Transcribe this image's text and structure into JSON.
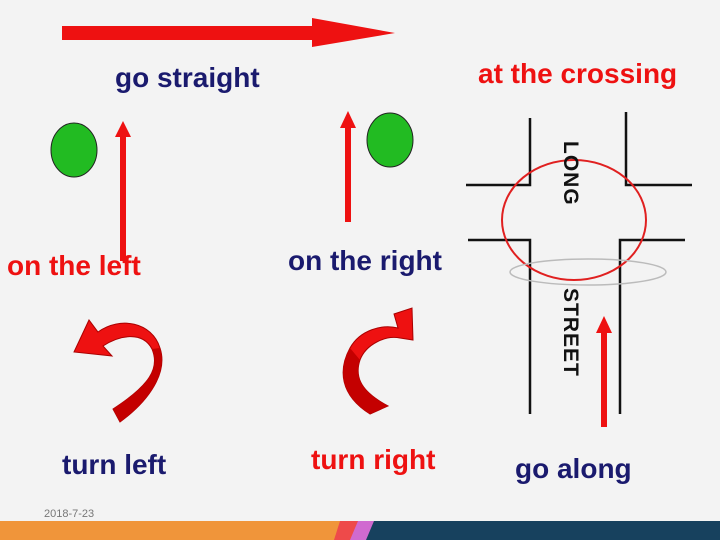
{
  "labels": {
    "go_straight": "go straight",
    "at_the_crossing": "at the crossing",
    "on_the_left": "on the left",
    "on_the_right": "on the right",
    "turn_left": "turn left",
    "turn_right": "turn right",
    "go_along": "go along"
  },
  "street": {
    "long": "LONG",
    "street": "STREET"
  },
  "footer": {
    "date": "2018-7-23"
  },
  "colors": {
    "arrow_red": "#ee1111",
    "circle_green": "#22bb22",
    "text_navy": "#1a1a6e",
    "footer_orange": "#f0953a",
    "footer_navy": "#17415e"
  },
  "icons": [
    "right-arrow-icon",
    "up-arrow-icon",
    "turn-left-arrow-icon",
    "turn-right-arrow-icon",
    "green-circle-icon",
    "crossroads-icon"
  ]
}
